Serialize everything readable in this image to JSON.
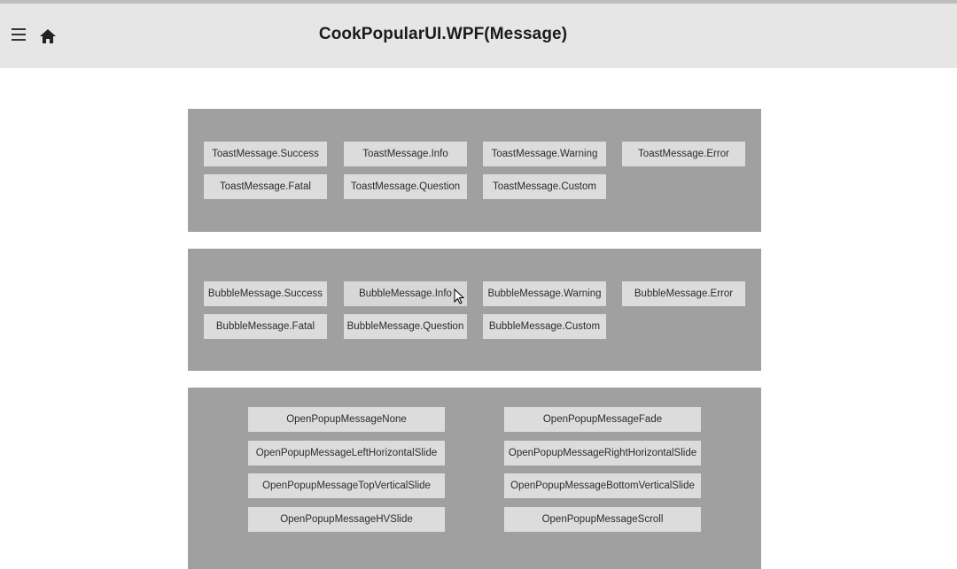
{
  "header": {
    "title": "CookPopularUI.WPF(Message)",
    "menu_icon": "hamburger-menu-icon",
    "home_icon": "home-icon"
  },
  "toast_panel": {
    "buttons": [
      "ToastMessage.Success",
      "ToastMessage.Info",
      "ToastMessage.Warning",
      "ToastMessage.Error",
      "ToastMessage.Fatal",
      "ToastMessage.Question",
      "ToastMessage.Custom"
    ]
  },
  "bubble_panel": {
    "buttons": [
      "BubbleMessage.Success",
      "BubbleMessage.Info",
      "BubbleMessage.Warning",
      "BubbleMessage.Error",
      "BubbleMessage.Fatal",
      "BubbleMessage.Question",
      "BubbleMessage.Custom"
    ]
  },
  "popup_panel": {
    "buttons": [
      "OpenPopupMessageNone",
      "OpenPopupMessageFade",
      "OpenPopupMessageLeftHorizontalSlide",
      "OpenPopupMessageRightHorizontalSlide",
      "OpenPopupMessageTopVerticalSlide",
      "OpenPopupMessageBottomVerticalSlide",
      "OpenPopupMessageHVSlide",
      "OpenPopupMessageScroll"
    ]
  },
  "colors": {
    "header_bg": "#e6e6e6",
    "panel_bg": "#a0a0a0",
    "button_bg": "#dcdcdc"
  }
}
